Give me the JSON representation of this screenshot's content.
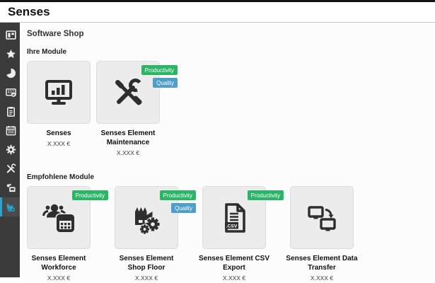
{
  "app": {
    "title": "Senses"
  },
  "colors": {
    "accent": "#2aa2cb",
    "sidebar_bg": "#3b3b3b",
    "card_bg": "#ececec"
  },
  "tags": {
    "Productivity": {
      "color": "#2cb567"
    },
    "Quality": {
      "color": "#4f9dc9"
    }
  },
  "sidebar": {
    "items": [
      {
        "name": "dashboard",
        "icon": "dashboard-icon",
        "active": false
      },
      {
        "name": "favorites",
        "icon": "star-icon",
        "active": false
      },
      {
        "name": "reports",
        "icon": "pie-chart-icon",
        "active": false
      },
      {
        "name": "planning",
        "icon": "table-check-icon",
        "active": false
      },
      {
        "name": "orders",
        "icon": "clipboard-icon",
        "active": false
      },
      {
        "name": "calendar",
        "icon": "calendar-icon",
        "active": false
      },
      {
        "name": "settings",
        "icon": "gear-icon",
        "active": false
      },
      {
        "name": "maintenance",
        "icon": "tools-icon",
        "active": false
      },
      {
        "name": "machines",
        "icon": "machine-icon",
        "active": false
      },
      {
        "name": "software-shop",
        "icon": "factory-gear-icon",
        "active": true
      }
    ]
  },
  "page": {
    "title": "Software Shop",
    "sections": [
      {
        "heading": "Ihre Module",
        "modules": [
          {
            "name": "Senses",
            "price": "X.XXX €",
            "icon": "monitor-chart-icon",
            "tags": []
          },
          {
            "name": "Senses Element Maintenance",
            "price": "X.XXX €",
            "icon": "tools-crossed-icon",
            "tags": [
              "Productivity",
              "Quality"
            ]
          }
        ]
      },
      {
        "heading": "Empfohlene Module",
        "modules": [
          {
            "name": "Senses Element Workforce",
            "price": "X.XXX €",
            "icon": "workforce-icon",
            "tags": [
              "Productivity"
            ]
          },
          {
            "name": "Senses Element Shop Floor",
            "price": "X.XXX €",
            "icon": "factory-icon",
            "tags": [
              "Productivity",
              "Quality"
            ]
          },
          {
            "name": "Senses Element CSV Export",
            "price": "X.XXX €",
            "icon": "csv-file-icon",
            "tags": [
              "Productivity"
            ]
          },
          {
            "name": "Senses Element Data Transfer",
            "price": "X.XXX €",
            "icon": "data-transfer-icon",
            "tags": []
          }
        ]
      }
    ]
  }
}
